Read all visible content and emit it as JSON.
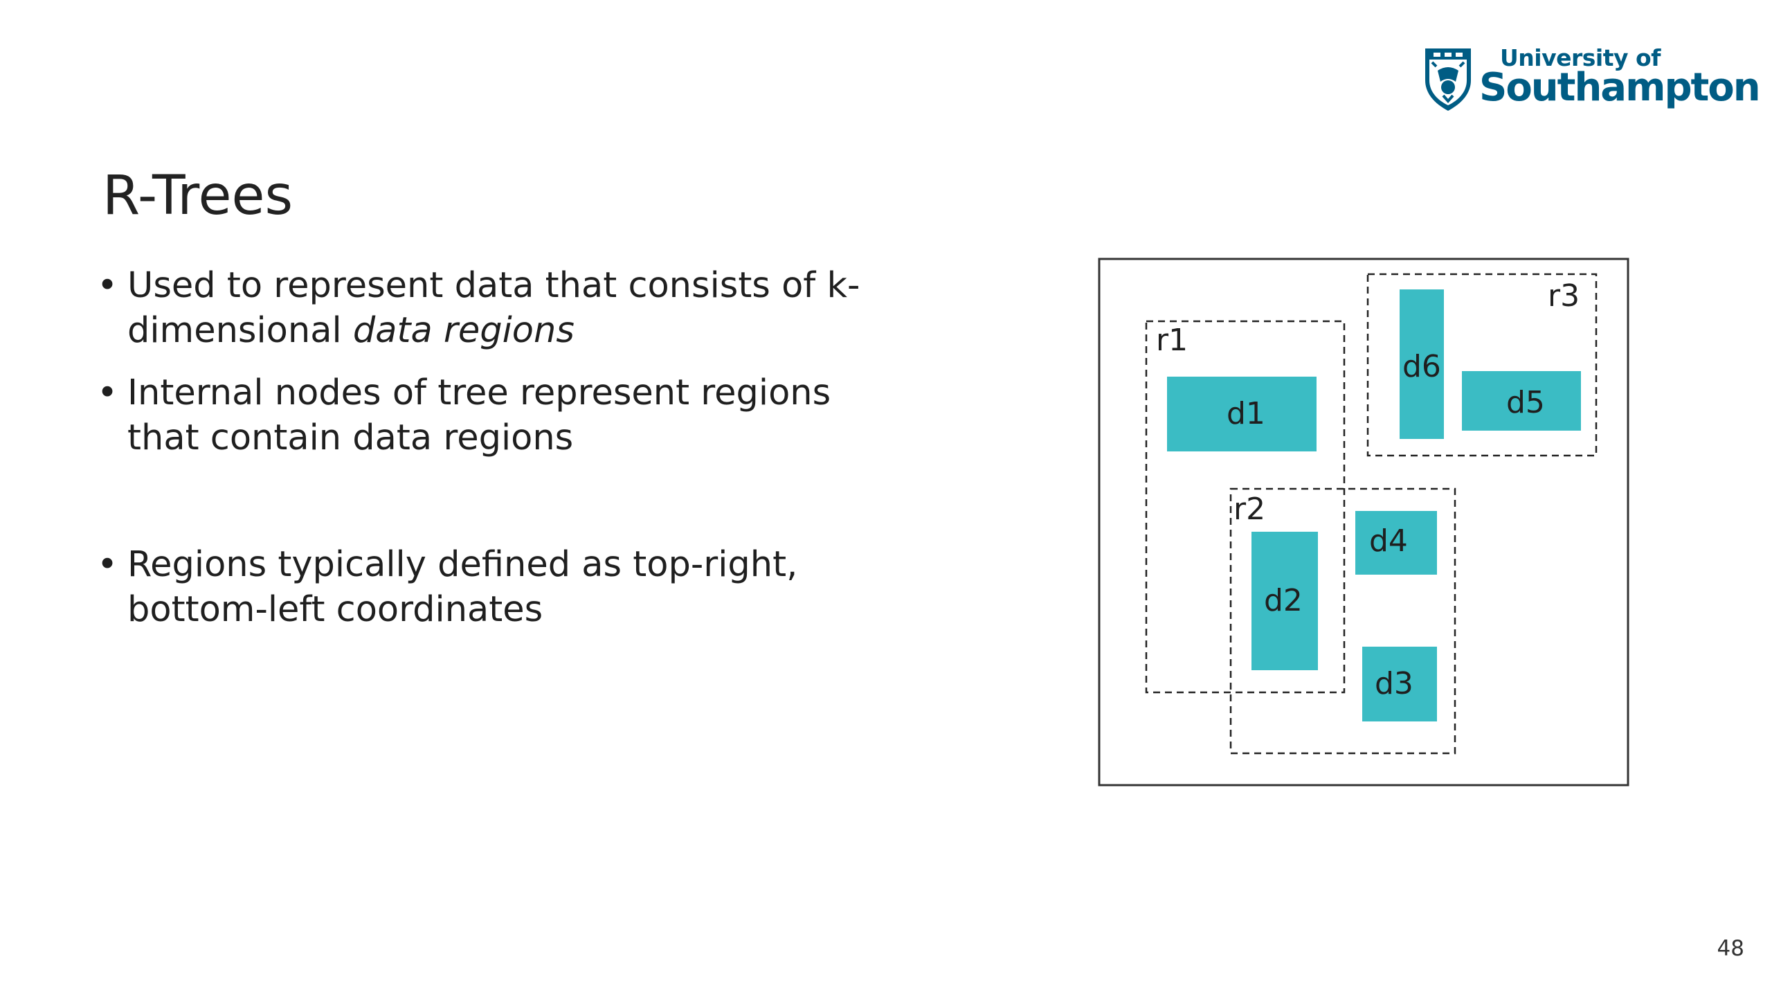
{
  "logo": {
    "line1": "University of",
    "line2": "Southampton",
    "brand_color": "#005c84"
  },
  "slide": {
    "title": "R-Trees",
    "page_number": "48"
  },
  "bullets": [
    {
      "text_a": "Used to represent data that consists of k-dimensional ",
      "text_em": "data regions"
    },
    {
      "text": "Internal nodes of tree represent regions that contain data regions"
    },
    {
      "text": "Regions typically defined as top-right, bottom-left coordinates"
    }
  ],
  "diagram": {
    "fill_color": "#3bbcc4",
    "regions": [
      {
        "label": "r1",
        "contains": [
          "d1",
          "d2"
        ]
      },
      {
        "label": "r2",
        "contains": [
          "d2",
          "d3",
          "d4"
        ]
      },
      {
        "label": "r3",
        "contains": [
          "d5",
          "d6"
        ]
      }
    ],
    "data_regions": [
      "d1",
      "d2",
      "d3",
      "d4",
      "d5",
      "d6"
    ]
  }
}
